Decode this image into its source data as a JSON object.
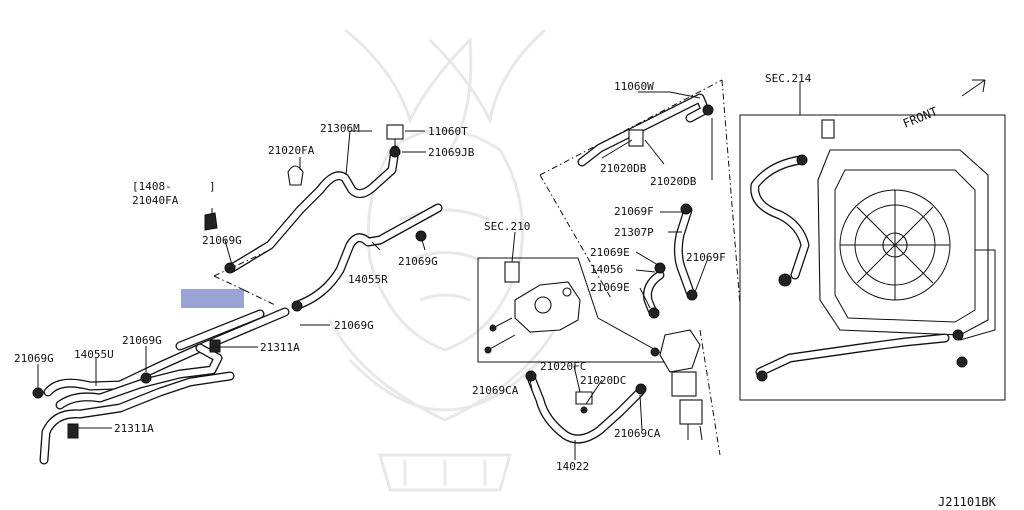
{
  "diagram_code": "J21101BK",
  "front_label": "FRONT",
  "highlight_color": "#9aa3d6",
  "watermark": "emblem-watermark",
  "labels": {
    "p11060w": "11060W",
    "p21306m": "21306M",
    "p11060t": "11060T",
    "p21020fa": "21020FA",
    "p21069jb": "21069JB",
    "p14082": "[1408-",
    "p14082b": "]",
    "p21040fa": "21040FA",
    "p21069g_a": "21069G",
    "p21069g_b": "21069G",
    "p14055r": "14055R",
    "p21069g_c": "21069G",
    "p21069g_d": "21069G",
    "p21311a_a": "21311A",
    "p21069g_e": "21069G",
    "p14055u": "14055U",
    "p21311a_b": "21311A",
    "sec210": "SEC.210",
    "sec214": "SEC.214",
    "p21020db_a": "21020DB",
    "p21020db_b": "21020DB",
    "p21069f_a": "21069F",
    "p21307p": "21307P",
    "p21069e_a": "21069E",
    "p14056": "14056",
    "p21069e_b": "21069E",
    "p21069f_b": "21069F",
    "p21020fc": "21020FC",
    "p21020dc": "21020DC",
    "p21069ca_a": "21069CA",
    "p21069ca_b": "21069CA",
    "p14022": "14022"
  }
}
